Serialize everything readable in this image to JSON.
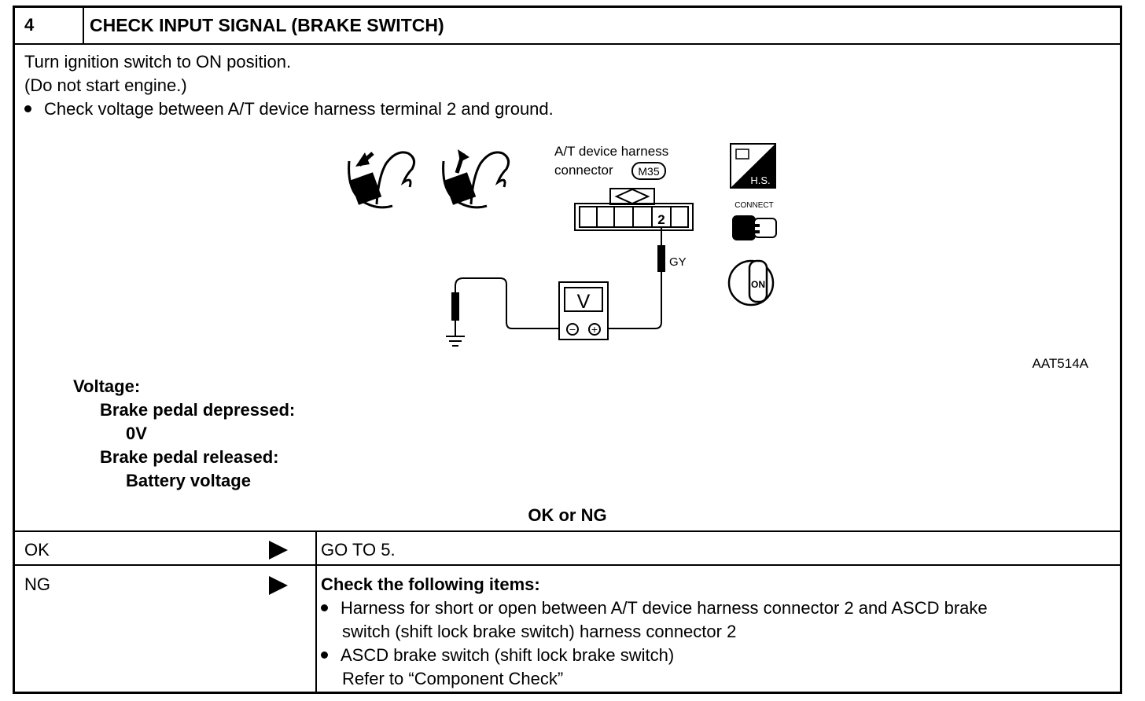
{
  "step": {
    "number": "4",
    "title": "CHECK INPUT SIGNAL (BRAKE SWITCH)"
  },
  "instructions": [
    "Turn ignition switch to ON position.",
    "(Do not start engine.)",
    "Check voltage between A/T device harness terminal 2 and ground."
  ],
  "figure": {
    "connector_label_1": "A/T device harness",
    "connector_label_2": "connector",
    "connector_id": "M35",
    "terminal": "2",
    "wire_color": "GY",
    "meter_symbol": "V",
    "minus": "−",
    "plus": "+",
    "hs_label": "H.S.",
    "connect_label": "CONNECT",
    "key_label": "ON",
    "figure_code": "AAT514A"
  },
  "spec": {
    "heading": "Voltage:",
    "depressed_label": "Brake pedal depressed:",
    "depressed_value": "0V",
    "released_label": "Brake pedal released:",
    "released_value": "Battery voltage"
  },
  "decision": "OK or NG",
  "results": {
    "ok": {
      "label": "OK",
      "action": "GO TO 5."
    },
    "ng": {
      "label": "NG",
      "heading": "Check the following items:",
      "item1_line1": "Harness for short or open between A/T device harness connector 2 and ASCD brake",
      "item1_line2": "switch (shift lock brake switch) harness connector 2",
      "item2_line1": "ASCD brake switch (shift lock brake switch)",
      "item2_line2": "Refer to “Component Check”"
    }
  }
}
